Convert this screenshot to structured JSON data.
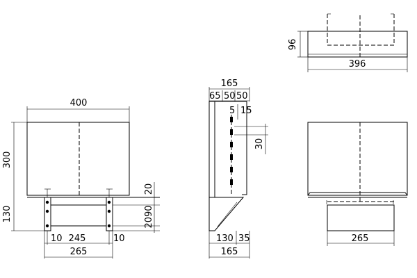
{
  "drawing": {
    "top_view": {
      "width": "396",
      "height": "96"
    },
    "front_view": {
      "width": "400",
      "height": "300",
      "bracket_height": "130",
      "inset_left": "10",
      "bracket_spacing": "245",
      "inset_right": "10",
      "bracket_span": "265",
      "v20_top": "20",
      "v2090": "2090",
      "v20_bottom": "20"
    },
    "side_view": {
      "depth": "165",
      "seg_a": "65",
      "seg_b": "50",
      "seg_c": "50",
      "slot_a": "5",
      "slot_b": "15",
      "slot_pitch": "30",
      "base_a": "130",
      "base_b": "35",
      "base_total": "165"
    },
    "rear_view": {
      "bracket_span": "265"
    }
  }
}
